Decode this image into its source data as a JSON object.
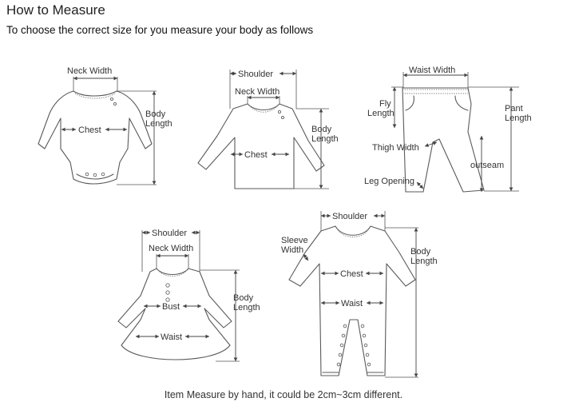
{
  "header": {
    "title": "How to Measure",
    "subtitle": "To choose the correct size for you measure your body as follows"
  },
  "footer": {
    "note": "Item Measure by hand, it could be 2cm~3cm different."
  },
  "labels": {
    "bodysuit": {
      "neck_width": "Neck Width",
      "chest": "Chest",
      "body": "Body",
      "length": "Length"
    },
    "tshirt": {
      "shoulder": "Shoulder",
      "neck_width": "Neck Width",
      "chest": "Chest",
      "body": "Body",
      "length": "Length"
    },
    "pants": {
      "waist_width": "Waist Width",
      "fly": "Fly",
      "fly_length": "Length",
      "thigh_width": "Thigh Width",
      "leg_opening": "Leg Opening",
      "outseam": "outseam",
      "pant": "Pant",
      "pant_length": "Length"
    },
    "dress": {
      "shoulder": "Shoulder",
      "neck_width": "Neck Width",
      "bust": "Bust",
      "waist": "Waist",
      "body": "Body",
      "length": "Length"
    },
    "romper": {
      "shoulder": "Shoulder",
      "sleeve": "Sleeve",
      "sleeve_width": "Width",
      "chest": "Chest",
      "waist": "Waist",
      "body": "Body",
      "length": "Length"
    }
  }
}
